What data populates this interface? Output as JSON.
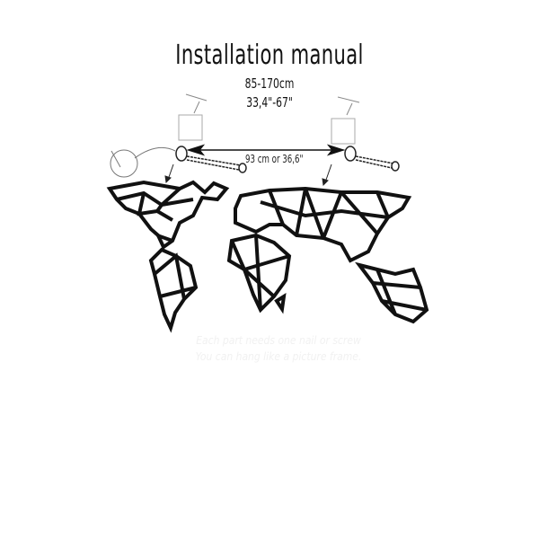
{
  "title": "Installation manual",
  "size_cm": "85-170cm",
  "size_in": "33,4\"-67\"",
  "distance_label": "93 cm or 36,6\"",
  "notes": [
    "Each part needs one nail or screw",
    "You can hang like a picture frame."
  ],
  "colors": {
    "ink": "#111111",
    "background": "#ffffff"
  }
}
